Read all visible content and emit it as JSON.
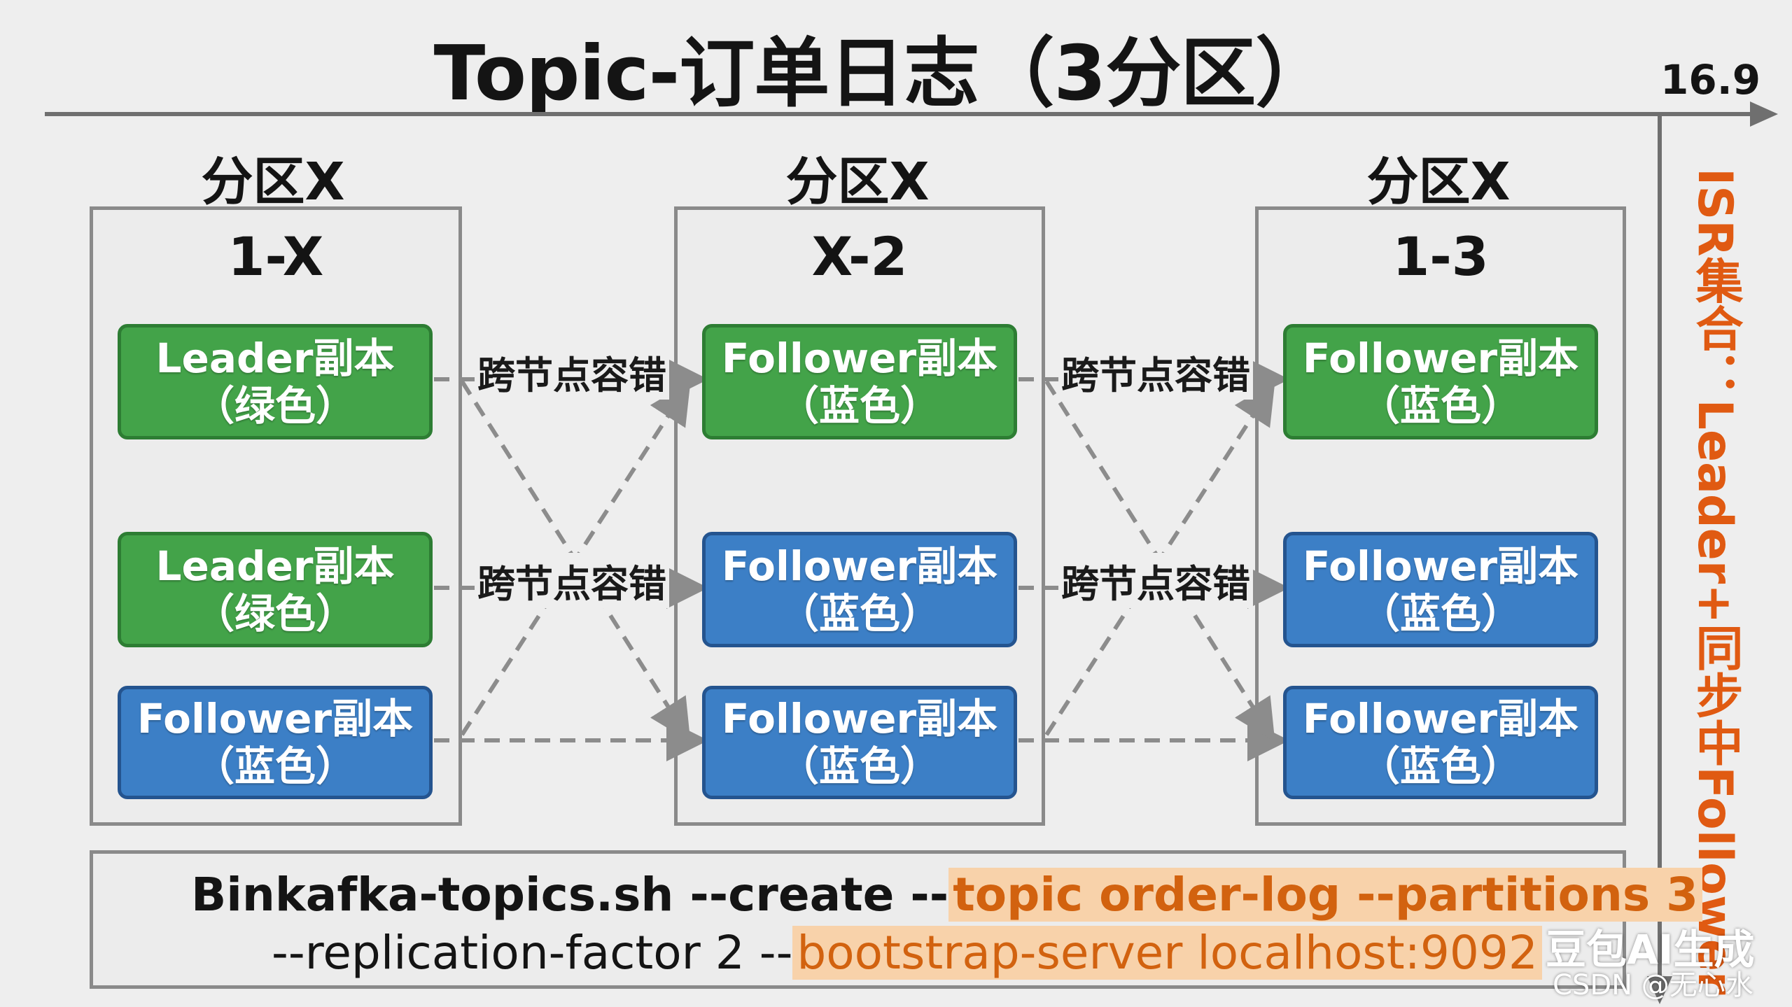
{
  "title": "Topic-订单日志（3分区）",
  "axis": {
    "value_label": "16.9"
  },
  "isr_label": "ISR集合：Leader+同步中Follower",
  "columns": [
    {
      "title": "分区X",
      "partition_id": "1-X"
    },
    {
      "title": "分区X",
      "partition_id": "X-2"
    },
    {
      "title": "分区X",
      "partition_id": "1-3"
    }
  ],
  "replicas": [
    {
      "name": "Leader副本",
      "color_note": "（绿色）"
    },
    {
      "name": "Leader副本",
      "color_note": "（绿色）"
    },
    {
      "name": "Follower副本",
      "color_note": "（蓝色）"
    },
    {
      "name": "Follower副本",
      "color_note": "（蓝色）"
    },
    {
      "name": "Follower副本",
      "color_note": "（蓝色）"
    },
    {
      "name": "Follower副本",
      "color_note": "（蓝色）"
    },
    {
      "name": "Follower副本",
      "color_note": "（蓝色）"
    },
    {
      "name": "Follower副本",
      "color_note": "（蓝色）"
    },
    {
      "name": "Follower副本",
      "color_note": "（蓝色）"
    }
  ],
  "edge_labels": [
    "跨节点容错",
    "跨节点容错",
    "跨节点容错",
    "跨节点容错"
  ],
  "command": {
    "line1_plain": "Binkafka-topics.sh --create --",
    "line1_highlight": "topic order-log --partitions 3",
    "line2_plain": "--replication-factor 2 --",
    "line2_highlight": "bootstrap-server localhost:9092"
  },
  "watermark": {
    "brand": "豆包AI生成",
    "credit": "CSDN @无心水"
  },
  "colors": {
    "leader_green": "#43a349",
    "follower_blue": "#3c7fc6",
    "accent_orange": "#e05a12",
    "highlight_bg": "#f8d2aa"
  }
}
